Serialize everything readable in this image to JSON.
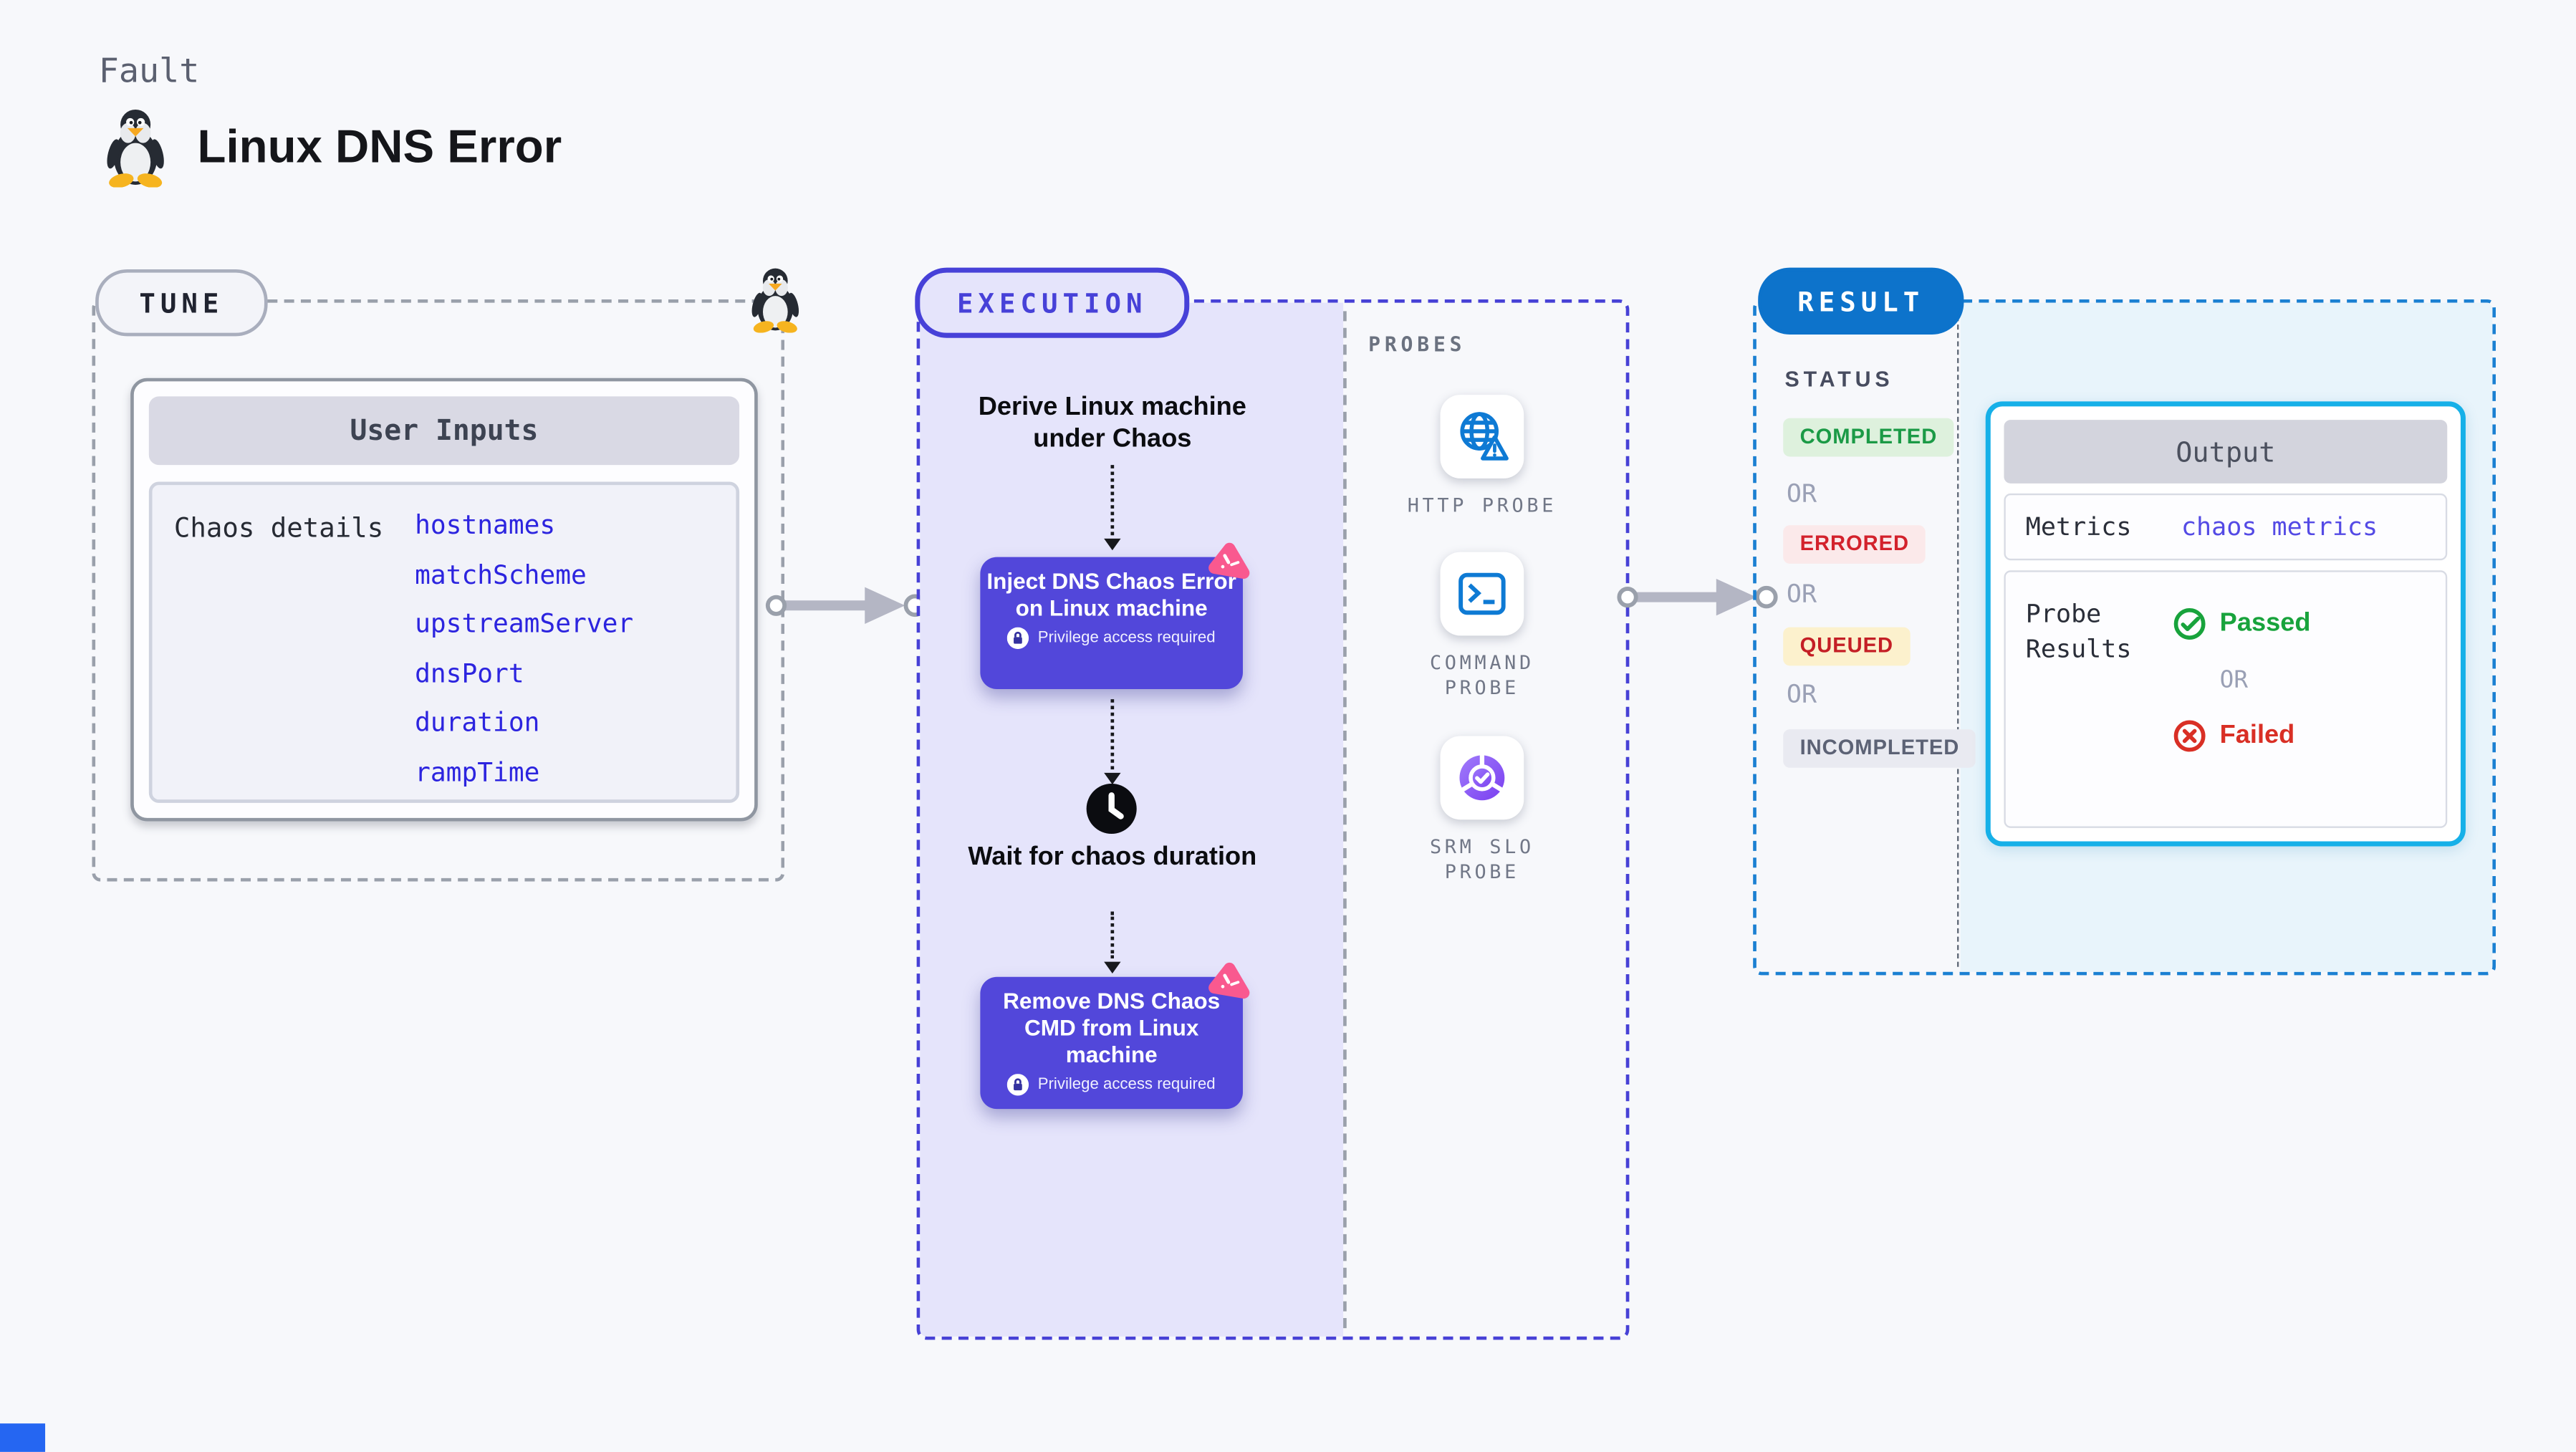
{
  "header": {
    "kicker": "Fault",
    "title": "Linux DNS Error"
  },
  "tune": {
    "badge": "TUNE",
    "card_title": "User Inputs",
    "row_label": "Chaos details",
    "inputs": [
      "hostnames",
      "matchScheme",
      "upstreamServer",
      "dnsPort",
      "duration",
      "rampTime"
    ]
  },
  "execution": {
    "badge": "EXECUTION",
    "derive_step": "Derive Linux machine under Chaos",
    "inject_step": {
      "title": "Inject DNS Chaos Error on Linux machine",
      "note": "Privilege access required"
    },
    "wait_step": "Wait for chaos duration",
    "remove_step": {
      "title": "Remove DNS Chaos CMD from Linux machine",
      "note": "Privilege access required"
    }
  },
  "probes": {
    "label": "PROBES",
    "items": [
      {
        "name": "HTTP PROBE",
        "icon": "globe-alert-icon"
      },
      {
        "name": "COMMAND PROBE",
        "icon": "terminal-icon"
      },
      {
        "name": "SRM SLO PROBE",
        "icon": "slo-donut-check-icon"
      }
    ]
  },
  "result": {
    "badge": "RESULT",
    "status_label": "STATUS",
    "or": "OR",
    "statuses": [
      {
        "label": "COMPLETED",
        "color": "#1b9a46",
        "bg": "#def1dd"
      },
      {
        "label": "ERRORED",
        "color": "#d3222c",
        "bg": "#fbe9ea"
      },
      {
        "label": "QUEUED",
        "color": "#c41e25",
        "bg": "#fcf1cd"
      },
      {
        "label": "INCOMPLETED",
        "color": "#5c6275",
        "bg": "#e9eaf1"
      }
    ],
    "output": {
      "title": "Output",
      "metrics_label": "Metrics",
      "metrics_value": "chaos metrics",
      "probe_results_label": "Probe Results",
      "passed": "Passed",
      "or": "OR",
      "failed": "Failed"
    }
  },
  "colors": {
    "page_bg": "#f7f8fb",
    "execution_accent": "#4741d8",
    "execution_fill": "#e5e4fb",
    "node_fill": "#5247da",
    "chaos_badge_pink": "#f9598f",
    "result_accent": "#0d73cb",
    "result_dash": "#1b80d2",
    "result_fill": "#e8f4fb",
    "output_border": "#16b0e8",
    "link_blue": "#2c24df",
    "probe_icon_blue": "#0e7ad4",
    "srm_purple": "#8a53f7",
    "passed_green": "#18a33c",
    "failed_red": "#d92f25"
  }
}
